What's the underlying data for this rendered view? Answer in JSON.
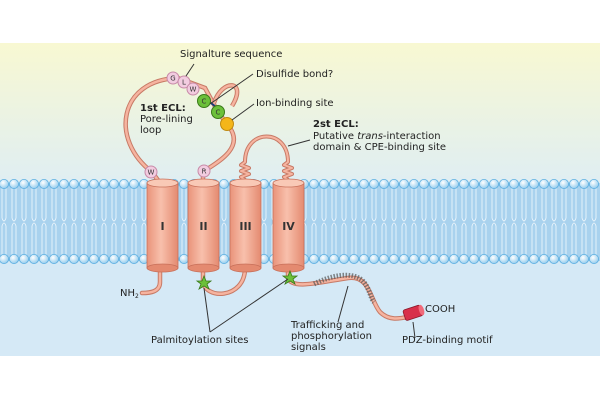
{
  "title": "Claudin topology diagram",
  "colors": {
    "top_bg_start": "#f8f8d2",
    "top_bg_end": "#dfeef3",
    "bottom_bg": "#d5e9f6",
    "membrane": "#a9d2ee",
    "lipid_head": "#bfe2f8",
    "helix": "#f2a890",
    "loop": "#f0a088",
    "residue_pink": "#f2cce0",
    "cysteine_green": "#6cc03a",
    "ion_site_yellow": "#f4b61a",
    "palmitoylation_star": "#6cc03a",
    "pdz_motif": "#d8304a"
  },
  "helices": [
    {
      "id": "I",
      "label": "I"
    },
    {
      "id": "II",
      "label": "II"
    },
    {
      "id": "III",
      "label": "III"
    },
    {
      "id": "IV",
      "label": "IV"
    }
  ],
  "residues": {
    "g": "G",
    "l": "L",
    "w_sig": "W",
    "c1": "C",
    "c2": "C",
    "w_base": "W",
    "r_base": "R"
  },
  "labels": {
    "signature_sequence": "Signalture sequence",
    "disulfide_bond": "Disulfide bond?",
    "ion_binding_site": "Ion-binding site",
    "ecl1_title": "1st ECL:",
    "ecl1_line1": "Pore-lining",
    "ecl1_line2": "loop",
    "ecl2_title": "2st ECL:",
    "ecl2_line1_pre": "Putative ",
    "ecl2_line1_italic": "trans",
    "ecl2_line1_post": "-interaction",
    "ecl2_line2": "domain & CPE-binding site",
    "nh2": "NH",
    "nh2_sub": "2",
    "cooh": "COOH",
    "palmitoylation_sites": "Palmitoylation sites",
    "trafficking_line1": "Trafficking and",
    "trafficking_line2": "phosphorylation",
    "trafficking_line3": "signals",
    "pdz_binding_motif": "PDZ-binding motif"
  }
}
